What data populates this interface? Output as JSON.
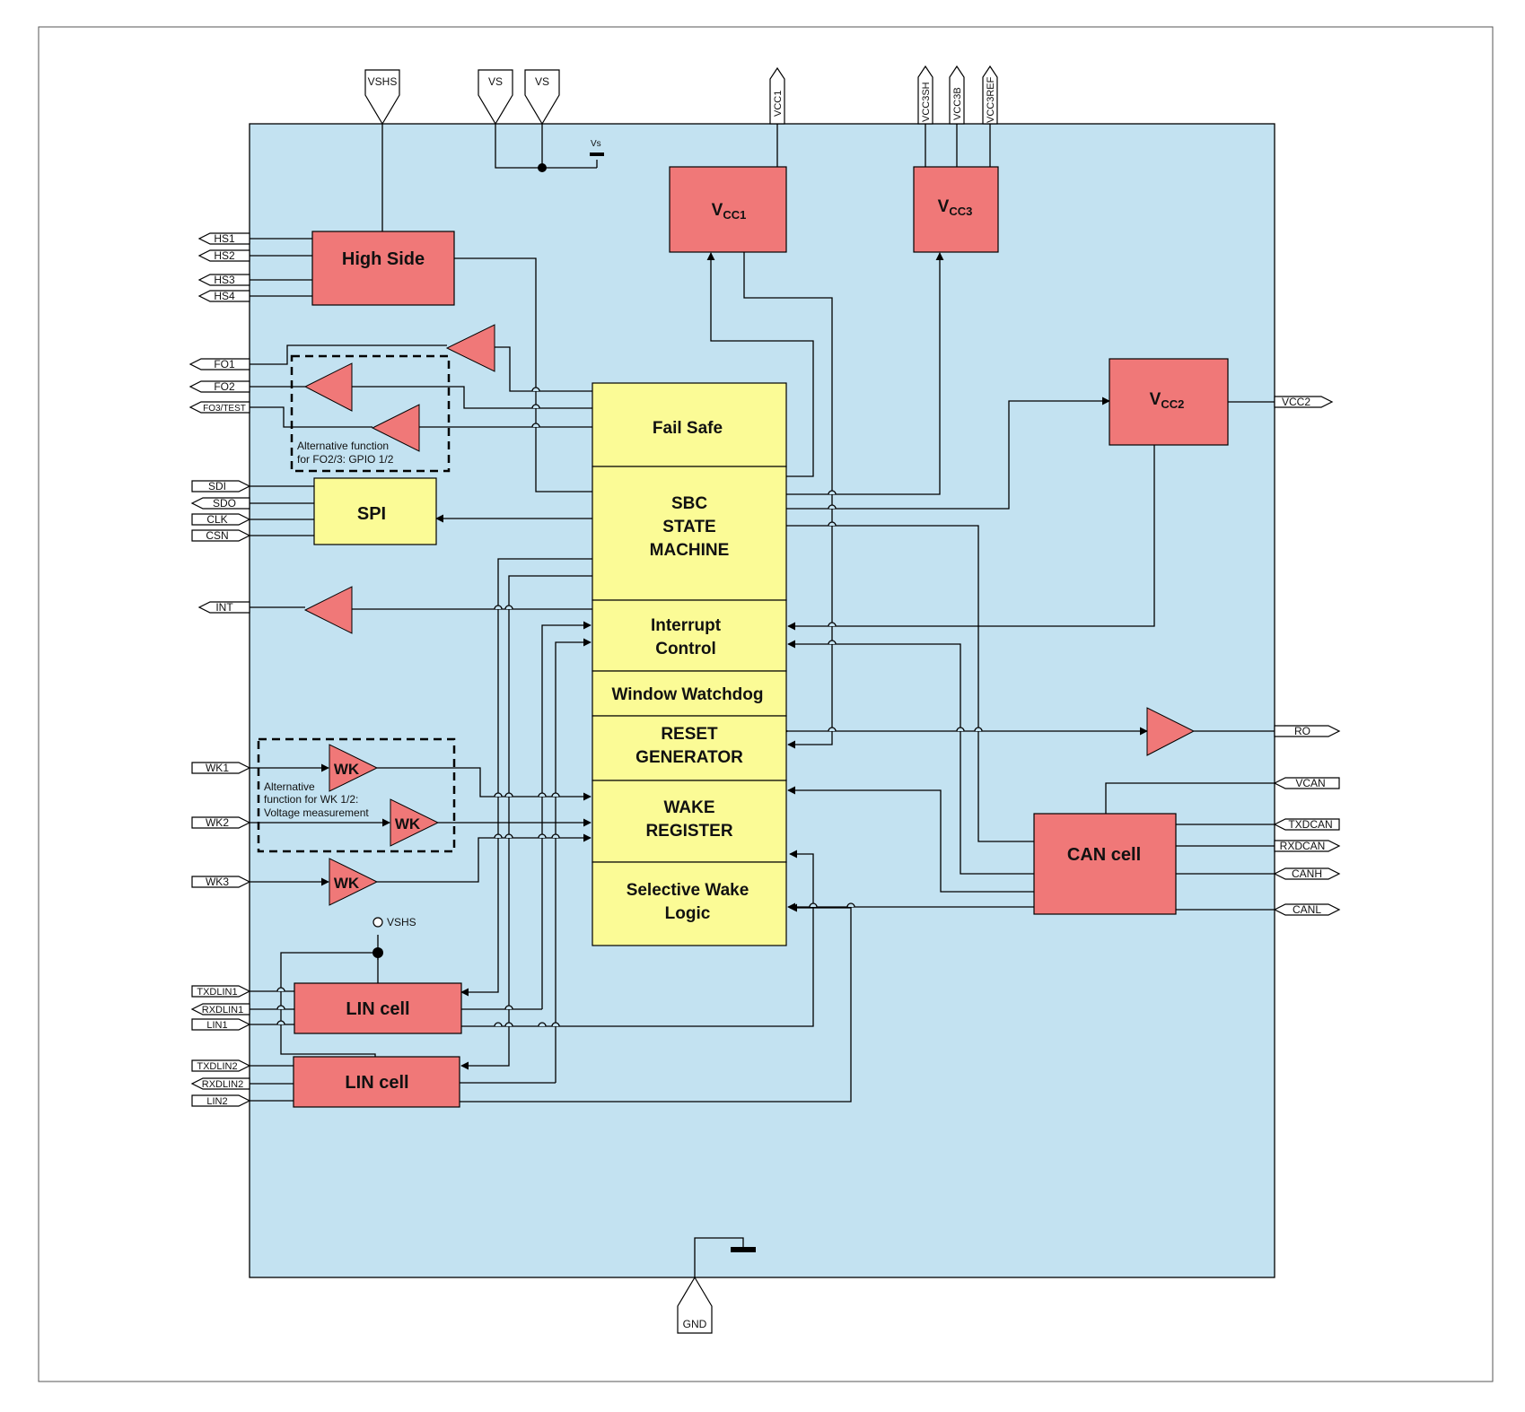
{
  "colors": {
    "chip_fill": "#c3e2f1",
    "red_block": "#f07878",
    "yellow_block": "#fbfb96",
    "line": "#000000"
  },
  "supply_pins": {
    "vshs": "VSHS",
    "vs1": "VS",
    "vs2": "VS",
    "vs_ground_label": "Vs",
    "vcc1": "VCC1",
    "vcc3sh": "VCC3SH",
    "vcc3b": "VCC3B",
    "vcc3ref": "VCC3REF",
    "gnd": "GND"
  },
  "left_pins": {
    "hs1": "HS1",
    "hs2": "HS2",
    "hs3": "HS3",
    "hs4": "HS4",
    "fo1": "FO1",
    "fo2": "FO2",
    "fo3": "FO3/TEST",
    "sdi": "SDI",
    "sdo": "SDO",
    "clk": "CLK",
    "csn": "CSN",
    "int": "INT",
    "wk1": "WK1",
    "wk2": "WK2",
    "wk3": "WK3",
    "txdlin1": "TXDLIN1",
    "rxdlin1": "RXDLIN1",
    "lin1": "LIN1",
    "txdlin2": "TXDLIN2",
    "rxdlin2": "RXDLIN2",
    "lin2": "LIN2"
  },
  "right_pins": {
    "vcc2": "VCC2",
    "ro": "RO",
    "vcan": "VCAN",
    "txdcan": "TXDCAN",
    "rxdcan": "RXDCAN",
    "canh": "CANH",
    "canl": "CANL"
  },
  "blocks": {
    "high_side": "High Side",
    "vcc1_main": "V",
    "vcc1_sub": "CC1",
    "vcc3_main": "V",
    "vcc3_sub": "CC3",
    "vcc2_main": "V",
    "vcc2_sub": "CC2",
    "spi": "SPI",
    "fail_safe": "Fail Safe",
    "sbc_line1": "SBC",
    "sbc_line2": "STATE",
    "sbc_line3": "MACHINE",
    "interrupt_line1": "Interrupt",
    "interrupt_line2": "Control",
    "window_watchdog": "Window Watchdog",
    "reset_line1": "RESET",
    "reset_line2": "GENERATOR",
    "wake_line1": "WAKE",
    "wake_line2": "REGISTER",
    "selwake_line1": "Selective Wake",
    "selwake_line2": "Logic",
    "can_cell": "CAN cell",
    "lin_cell_1": "LIN cell",
    "lin_cell_2": "LIN cell",
    "wk1_amp": "WK",
    "wk2_amp": "WK",
    "wk3_amp": "WK"
  },
  "notes": {
    "fo_alt_line1": "Alternative function",
    "fo_alt_line2": "for FO2/3: GPIO 1/2",
    "wk_alt_line1": "Alternative",
    "wk_alt_line2": "function for WK 1/2:",
    "wk_alt_line3": "Voltage measurement",
    "lin_vshs": "VSHS"
  }
}
